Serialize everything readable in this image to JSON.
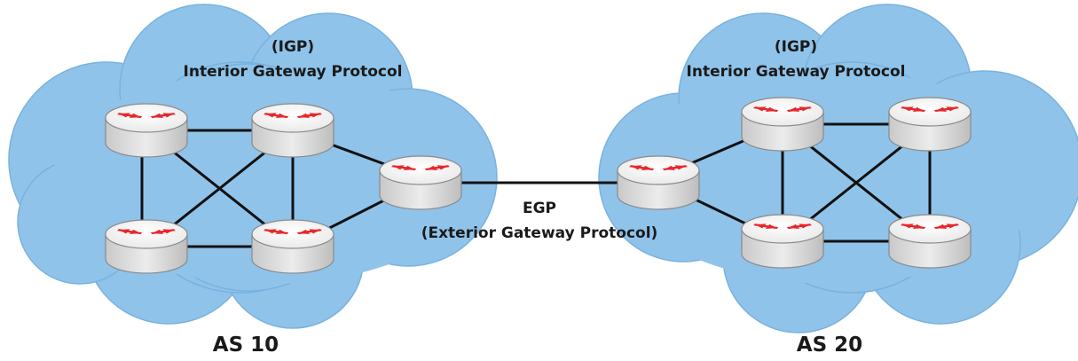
{
  "left_as": {
    "igp_abbrev": "(IGP)",
    "igp_name": "Interior Gateway Protocol",
    "as_label": "AS 10"
  },
  "right_as": {
    "igp_abbrev": "(IGP)",
    "igp_name": "Interior Gateway Protocol",
    "as_label": "AS 20"
  },
  "egp": {
    "abbrev": "EGP",
    "name": "(Exterior Gateway Protocol)"
  },
  "colors": {
    "cloud": "#8fc3ea",
    "router_body": "#e0e0e0",
    "arrow": "#e8262a",
    "link": "#111111"
  }
}
